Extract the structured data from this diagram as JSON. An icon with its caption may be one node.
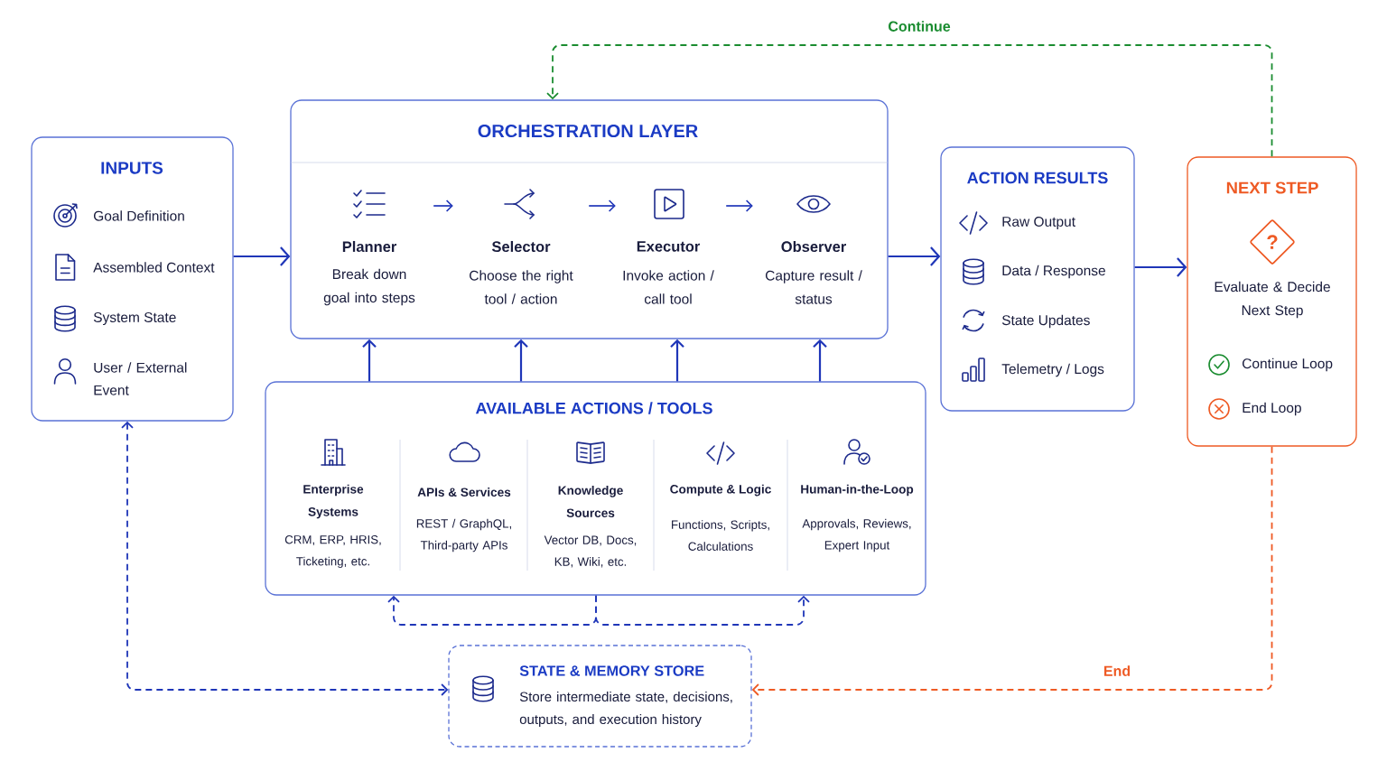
{
  "diagram": {
    "nodes": [
      {
        "text": [
          "INPUTS",
          "Goal Definition",
          "Assembled Context",
          "System State",
          "User / External Event"
        ]
      },
      {
        "text": [
          "ORCHESTRATION LAYER"
        ]
      },
      {
        "text": [
          "Planner",
          "Break down goal into steps"
        ],
        "in": 1
      },
      {
        "text": [
          "Selector",
          "Choose the right tool / action"
        ],
        "in": 1
      },
      {
        "text": [
          "Executor",
          "Invoke action / call tool"
        ],
        "in": 1
      },
      {
        "text": [
          "Observer",
          "Capture result / status"
        ],
        "in": 1
      },
      {
        "text": [
          "ACTION RESULTS",
          "Raw Output",
          "Data / Response",
          "State Updates",
          "Telemetry / Logs"
        ]
      },
      {
        "text": [
          "NEXT STEP",
          "Evaluate & Decide Next Step",
          "Continue Loop",
          "End Loop"
        ]
      },
      {
        "text": [
          "?"
        ],
        "in": 7
      },
      {
        "text": [
          "AVAILABLE ACTIONS / TOOLS",
          "Enterprise Systems",
          "CRM, ERP, HRIS, Ticketing, etc.",
          "APIs & Services",
          "REST / GraphQL, Third-party APIs",
          "Knowledge Sources",
          "Vector DB, Docs, KB, Wiki, etc.",
          "Compute & Logic",
          "Functions, Scripts, Calculations",
          "Human-in-the-Loop",
          "Approvals, Reviews, Expert Input"
        ]
      },
      {
        "text": [
          "STATE & MEMORY STORE",
          "Store intermediate state, decisions, outputs, and execution history"
        ]
      }
    ],
    "edges": [
      {
        "from": 0,
        "to": 1,
        "arrow": "to"
      },
      {
        "from": 2,
        "to": 3,
        "arrow": "to"
      },
      {
        "from": 3,
        "to": 4,
        "arrow": "to"
      },
      {
        "from": 4,
        "to": 5,
        "arrow": "to"
      },
      {
        "from": 1,
        "to": 6,
        "arrow": "to"
      },
      {
        "from": 6,
        "to": 7,
        "arrow": "to"
      },
      {
        "from": 7,
        "to": 1,
        "arrow": "to",
        "label": "Continue",
        "style": "dashed",
        "color": "#1a8c30"
      },
      {
        "from": 9,
        "to": 1,
        "arrow": "to"
      },
      {
        "from": 9,
        "to": 1,
        "arrow": "to"
      },
      {
        "from": 9,
        "to": 1,
        "arrow": "to"
      },
      {
        "from": 9,
        "to": 1,
        "arrow": "to"
      },
      {
        "from": 9,
        "to": 9,
        "arrow": "to",
        "style": "dashed"
      },
      {
        "from": 9,
        "to": 9,
        "arrow": "to",
        "style": "dashed"
      },
      {
        "from": 0,
        "to": 10,
        "arrow": "both",
        "style": "dashed"
      },
      {
        "from": 7,
        "to": 10,
        "arrow": "to",
        "label": "End",
        "style": "dashed",
        "color": "#ee5a24"
      }
    ]
  }
}
